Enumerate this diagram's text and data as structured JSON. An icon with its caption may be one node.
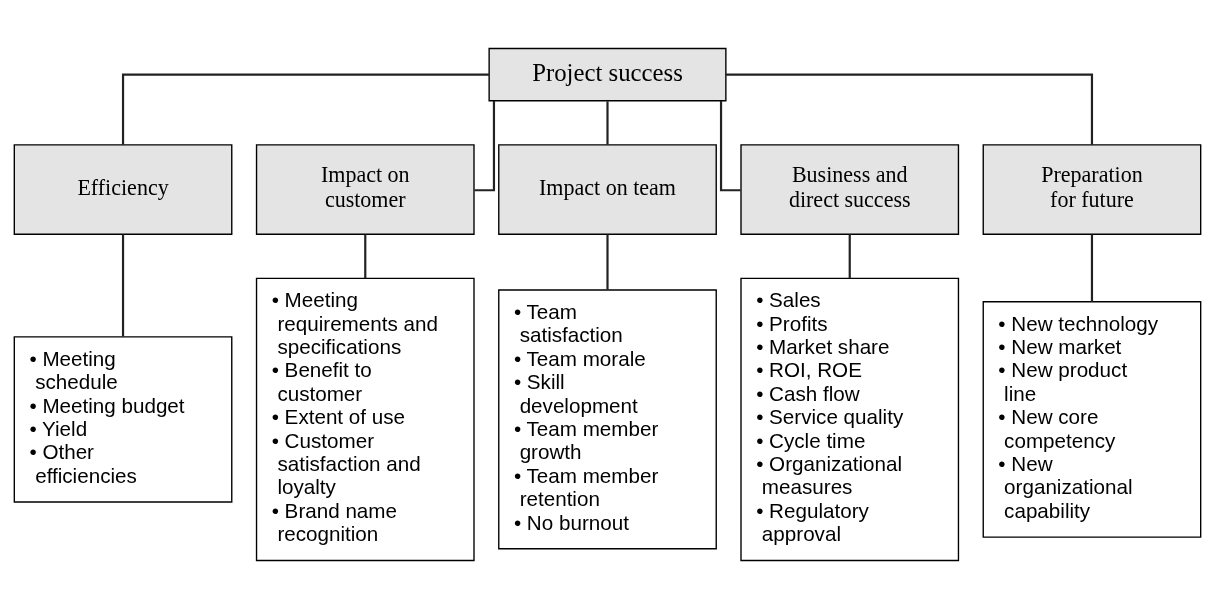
{
  "diagram": {
    "nodes": [
      {
        "text": [
          "Project success"
        ]
      },
      {
        "text": [
          "Efficiency"
        ]
      },
      {
        "text": [
          "Impact on customer"
        ]
      },
      {
        "text": [
          "Impact on team"
        ]
      },
      {
        "text": [
          "Business and direct success"
        ]
      },
      {
        "text": [
          "Preparation for future"
        ]
      },
      {
        "text": [
          "• Meeting schedule",
          "• Meeting budget",
          "• Yield",
          "• Other efficiencies"
        ]
      },
      {
        "text": [
          "• Meeting requirements and specifications",
          "• Benefit to customer",
          "• Extent of use",
          "• Customer satisfaction and loyalty",
          "• Brand name recognition"
        ]
      },
      {
        "text": [
          "• Team satisfaction",
          "• Team morale",
          "• Skill development",
          "• Team member growth",
          "• Team member retention",
          "• No burnout"
        ]
      },
      {
        "text": [
          "• Sales",
          "• Profits",
          "• Market share",
          "• ROI, ROE",
          "• Cash flow",
          "• Service quality",
          "• Cycle time",
          "• Organizational measures",
          "• Regulatory approval"
        ]
      },
      {
        "text": [
          "• New technology",
          "• New market",
          "• New product line",
          "• New core competency",
          "• New organizational capability"
        ]
      }
    ],
    "edges": [
      {
        "from": 0,
        "to": 1,
        "arrow": "none"
      },
      {
        "from": 0,
        "to": 2,
        "arrow": "none"
      },
      {
        "from": 0,
        "to": 3,
        "arrow": "none"
      },
      {
        "from": 0,
        "to": 4,
        "arrow": "none"
      },
      {
        "from": 0,
        "to": 5,
        "arrow": "none"
      },
      {
        "from": 1,
        "to": 6,
        "arrow": "none"
      },
      {
        "from": 2,
        "to": 7,
        "arrow": "none"
      },
      {
        "from": 3,
        "to": 8,
        "arrow": "none"
      },
      {
        "from": 4,
        "to": 9,
        "arrow": "none"
      },
      {
        "from": 5,
        "to": 10,
        "arrow": "none"
      }
    ]
  }
}
